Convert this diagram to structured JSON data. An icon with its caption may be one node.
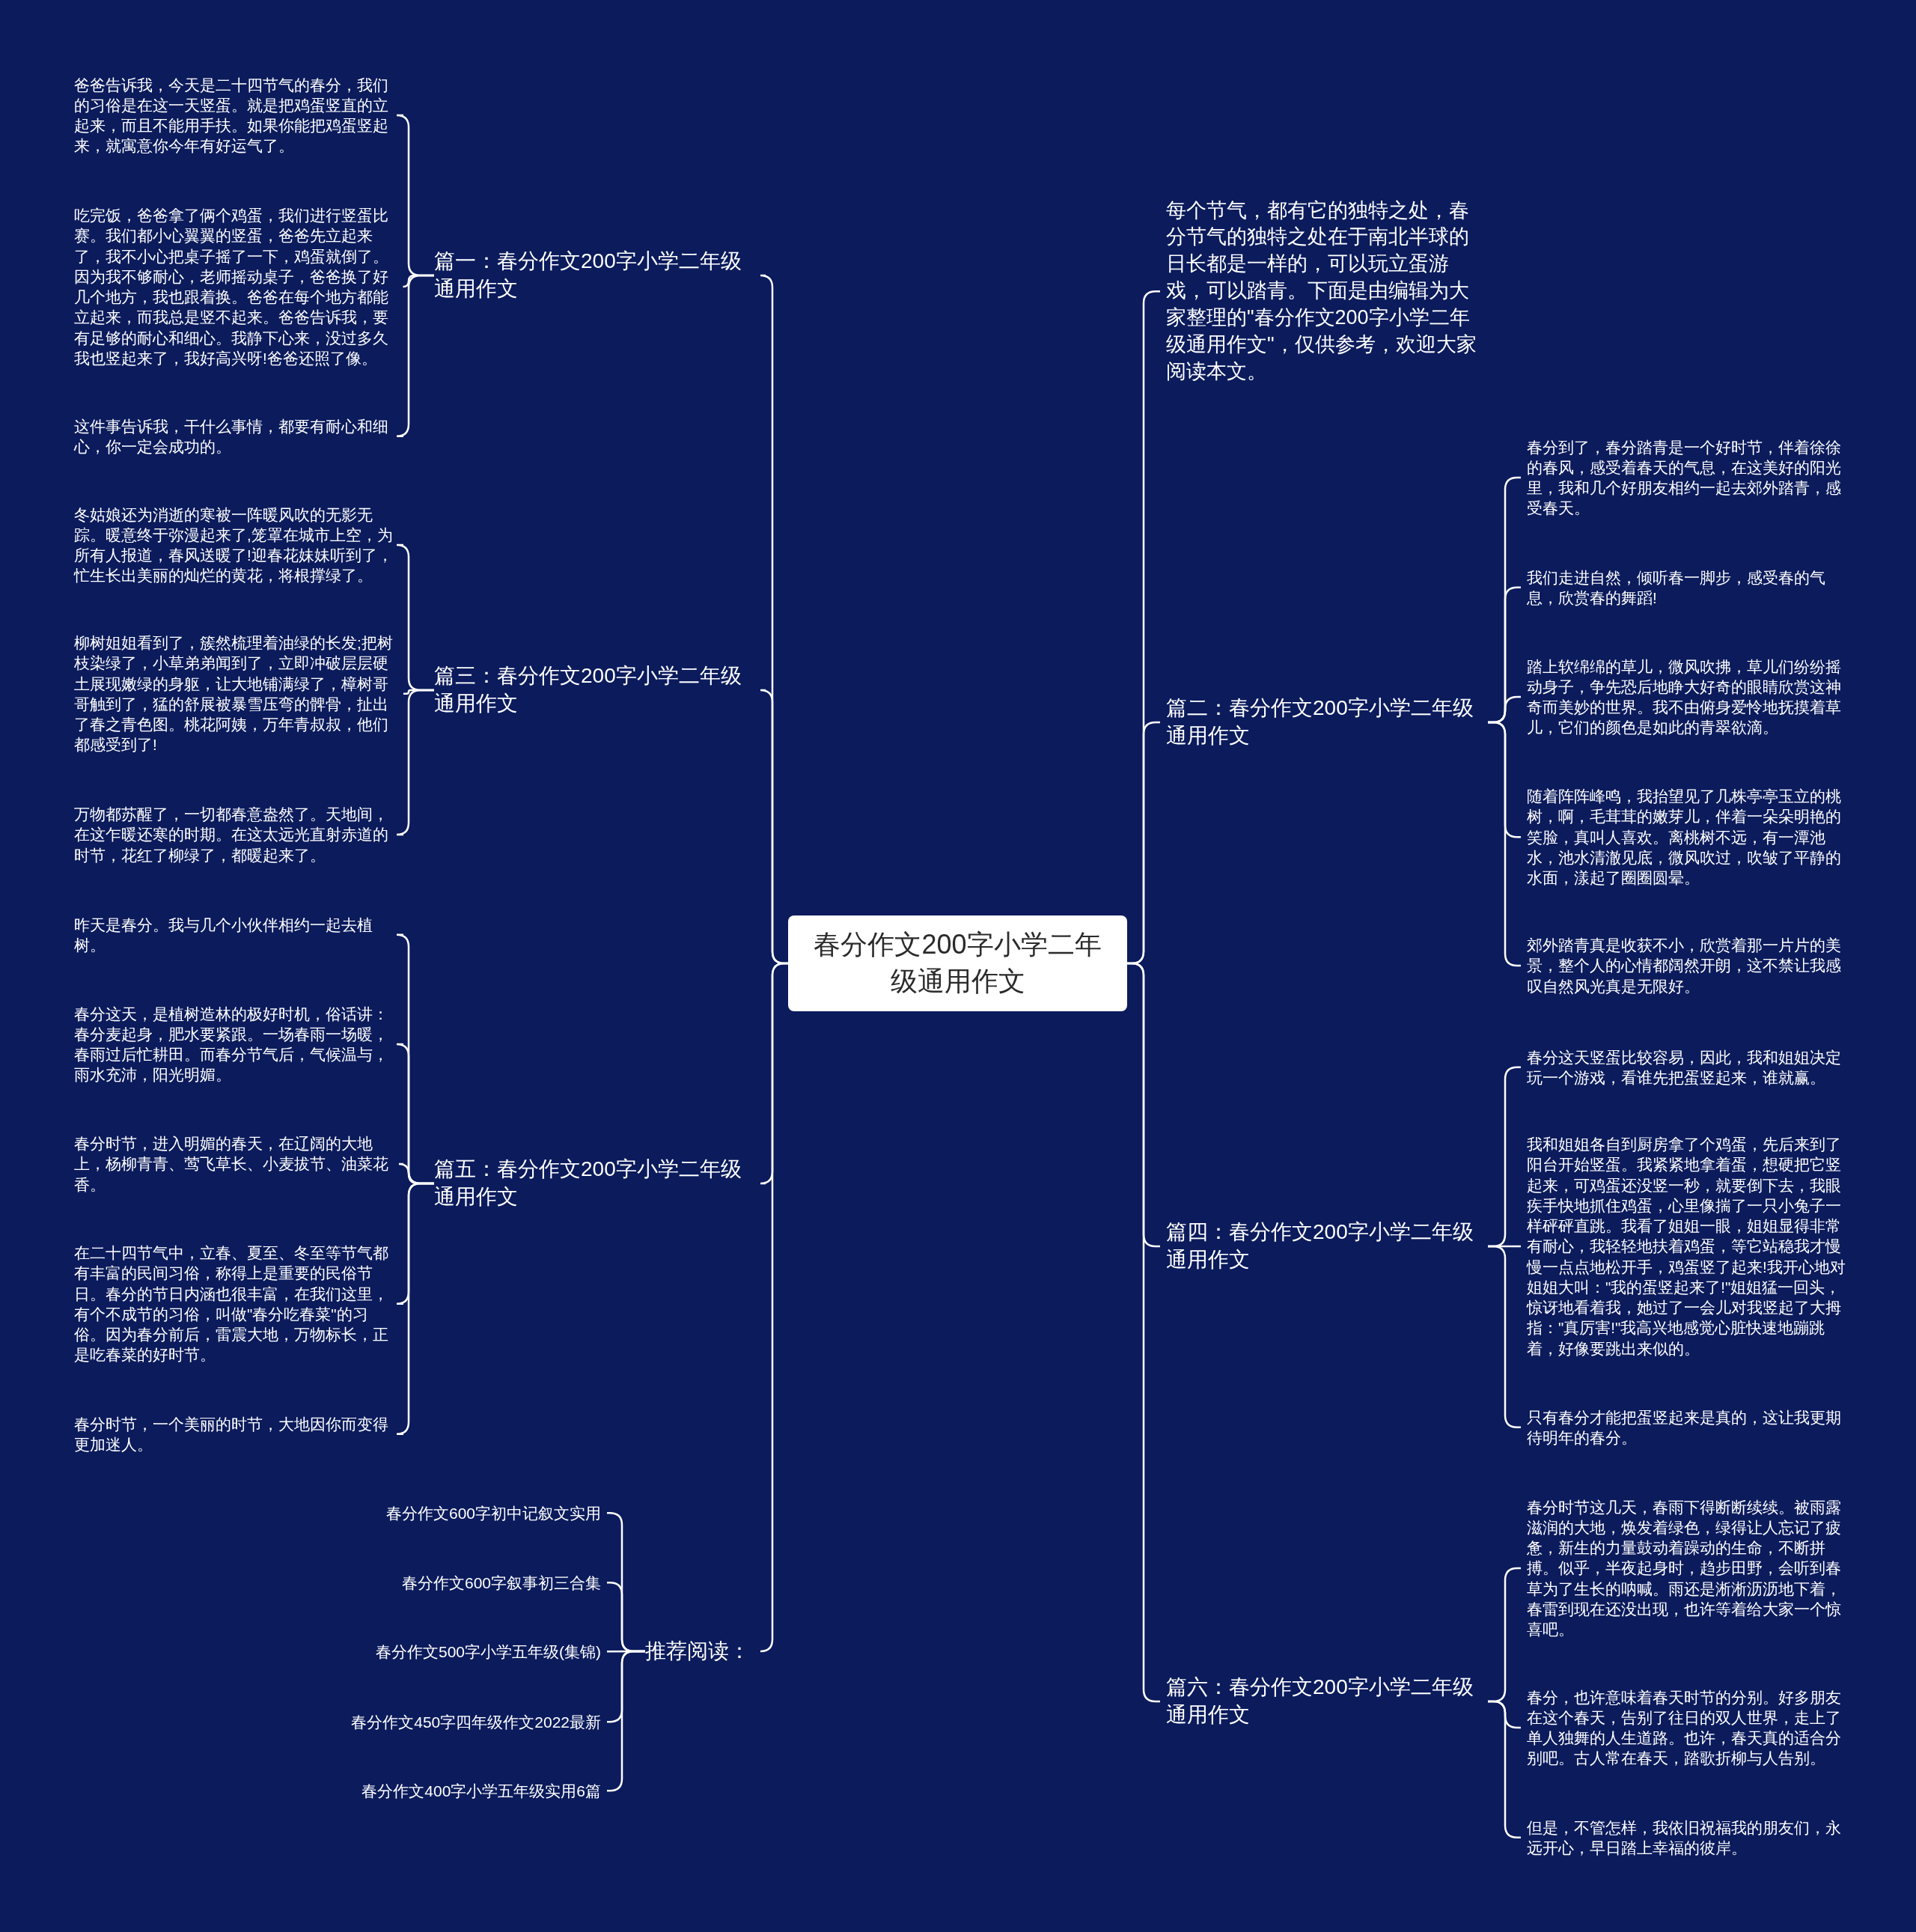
{
  "diagram": {
    "nodes": [
      {
        "text": [
          "春分作文200字小学二年级通用作文"
        ]
      },
      {
        "text": [
          "篇一：春分作文200字小学二年级通用作文"
        ]
      },
      {
        "text": [
          "爸爸告诉我，今天是二十四节气的春分，我们的习俗是在这一天竖蛋。就是把鸡蛋竖直的立起来，而且不能用手扶。如果你能把鸡蛋竖起来，就寓意你今年有好运气了。"
        ]
      },
      {
        "text": [
          "吃完饭，爸爸拿了俩个鸡蛋，我们进行竖蛋比赛。我们都小心翼翼的竖蛋，爸爸先立起来了，我不小心把桌子摇了一下，鸡蛋就倒了。因为我不够耐心，老师摇动桌子，爸爸换了好几个地方，我也跟着换。爸爸在每个地方都能立起来，而我总是竖不起来。爸爸告诉我，要有足够的耐心和细心。我静下心来，没过多久我也竖起来了，我好高兴呀!爸爸还照了像。"
        ]
      },
      {
        "text": [
          "这件事告诉我，干什么事情，都要有耐心和细心，你一定会成功的。"
        ]
      },
      {
        "text": [
          "篇三：春分作文200字小学二年级通用作文"
        ]
      },
      {
        "text": [
          "冬姑娘还为消逝的寒被一阵暖风吹的无影无踪。暖意终于弥漫起来了,笼罩在城市上空，为所有人报道，春风送暖了!迎春花妹妹听到了，忙生长出美丽的灿烂的黄花，将根撑绿了。"
        ]
      },
      {
        "text": [
          "柳树姐姐看到了，簇然梳理着油绿的长发;把树枝染绿了，小草弟弟闻到了，立即冲破层层硬土展现嫩绿的身躯，让大地铺满绿了，樟树哥哥触到了，猛的舒展被暴雪压弯的髀骨，扯出了春之青色图。桃花阿姨，万年青叔叔，他们都感受到了!"
        ]
      },
      {
        "text": [
          "万物都苏醒了，一切都春意盎然了。天地间，在这乍暖还寒的时期。在这太远光直射赤道的时节，花红了柳绿了，都暖起来了。"
        ]
      },
      {
        "text": [
          "篇五：春分作文200字小学二年级通用作文"
        ]
      },
      {
        "text": [
          "昨天是春分。我与几个小伙伴相约一起去植树。"
        ]
      },
      {
        "text": [
          "春分这天，是植树造林的极好时机，俗话讲：春分麦起身，肥水要紧跟。一场春雨一场暖，春雨过后忙耕田。而春分节气后，气候温与，雨水充沛，阳光明媚。"
        ]
      },
      {
        "text": [
          "春分时节，进入明媚的春天，在辽阔的大地上，杨柳青青、莺飞草长、小麦拔节、油菜花香。"
        ]
      },
      {
        "text": [
          "在二十四节气中，立春、夏至、冬至等节气都有丰富的民间习俗，称得上是重要的民俗节日。春分的节日内涵也很丰富，在我们这里，有个不成节的习俗，叫做\"春分吃春菜\"的习俗。因为春分前后，雷震大地，万物标长，正是吃春菜的好时节。"
        ]
      },
      {
        "text": [
          "春分时节，一个美丽的时节，大地因你而变得更加迷人。"
        ]
      },
      {
        "text": [
          "推荐阅读："
        ]
      },
      {
        "text": [
          "春分作文600字初中记叙文实用"
        ]
      },
      {
        "text": [
          "春分作文600字叙事初三合集"
        ]
      },
      {
        "text": [
          "春分作文500字小学五年级(集锦)"
        ]
      },
      {
        "text": [
          "春分作文450字四年级作文2022最新"
        ]
      },
      {
        "text": [
          "春分作文400字小学五年级实用6篇"
        ]
      },
      {
        "text": [
          "每个节气，都有它的独特之处，春分节气的独特之处在于南北半球的日长都是一样的，可以玩立蛋游戏，可以踏青。下面是由编辑为大家整理的\"春分作文200字小学二年级通用作文\"，仅供参考，欢迎大家阅读本文。"
        ]
      },
      {
        "text": [
          "篇二：春分作文200字小学二年级通用作文"
        ]
      },
      {
        "text": [
          "春分到了，春分踏青是一个好时节，伴着徐徐的春风，感受着春天的气息，在这美好的阳光里，我和几个好朋友相约一起去郊外踏青，感受春天。"
        ]
      },
      {
        "text": [
          "我们走进自然，倾听春一脚步，感受春的气息，欣赏春的舞蹈!"
        ]
      },
      {
        "text": [
          "踏上软绵绵的草儿，微风吹拂，草儿们纷纷摇动身子，争先恐后地睁大好奇的眼睛欣赏这神奇而美妙的世界。我不由俯身爱怜地抚摸着草儿，它们的颜色是如此的青翠欲滴。"
        ]
      },
      {
        "text": [
          "随着阵阵峰鸣，我抬望见了几株亭亭玉立的桃树，啊，毛茸茸的嫩芽儿，伴着一朵朵明艳的笑脸，真叫人喜欢。离桃树不远，有一潭池水，池水清澈见底，微风吹过，吹皱了平静的水面，漾起了圈圈圆晕。"
        ]
      },
      {
        "text": [
          "郊外踏青真是收获不小，欣赏着那一片片的美景，整个人的心情都阔然开朗，这不禁让我感叹自然风光真是无限好。"
        ]
      },
      {
        "text": [
          "篇四：春分作文200字小学二年级通用作文"
        ]
      },
      {
        "text": [
          "春分这天竖蛋比较容易，因此，我和姐姐决定玩一个游戏，看谁先把蛋竖起来，谁就赢。"
        ]
      },
      {
        "text": [
          "我和姐姐各自到厨房拿了个鸡蛋，先后来到了阳台开始竖蛋。我紧紧地拿着蛋，想硬把它竖起来，可鸡蛋还没竖一秒，就要倒下去，我眼疾手快地抓住鸡蛋，心里像揣了一只小兔子一样砰砰直跳。我看了姐姐一眼，姐姐显得非常有耐心，我轻轻地扶着鸡蛋，等它站稳我才慢慢一点点地松开手，鸡蛋竖了起来!我开心地对姐姐大叫：\"我的蛋竖起来了!\"姐姐猛一回头，惊讶地看着我，她过了一会儿对我竖起了大拇指：\"真厉害!\"我高兴地感觉心脏快速地蹦跳着，好像要跳出来似的。"
        ]
      },
      {
        "text": [
          "只有春分才能把蛋竖起来是真的，这让我更期待明年的春分。"
        ]
      },
      {
        "text": [
          "篇六：春分作文200字小学二年级通用作文"
        ]
      },
      {
        "text": [
          "春分时节这几天，春雨下得断断续续。被雨露滋润的大地，焕发着绿色，绿得让人忘记了疲惫，新生的力量鼓动着躁动的生命，不断拼搏。似乎，半夜起身时，趋步田野，会听到春草为了生长的呐喊。雨还是淅淅沥沥地下着，春雷到现在还没出现，也许等着给大家一个惊喜吧。"
        ]
      },
      {
        "text": [
          "春分，也许意味着春天时节的分别。好多朋友在这个春天，告别了往日的双人世界，走上了单人独舞的人生道路。也许，春天真的适合分别吧。古人常在春天，踏歌折柳与人告别。"
        ]
      },
      {
        "text": [
          "但是，不管怎样，我依旧祝福我的朋友们，永远开心，早日踏上幸福的彼岸。"
        ]
      }
    ],
    "edges": [
      {
        "from": 0,
        "to": 1,
        "arrow": "none"
      },
      {
        "from": 1,
        "to": 2,
        "arrow": "none"
      },
      {
        "from": 1,
        "to": 3,
        "arrow": "none"
      },
      {
        "from": 1,
        "to": 4,
        "arrow": "none"
      },
      {
        "from": 0,
        "to": 5,
        "arrow": "none"
      },
      {
        "from": 5,
        "to": 6,
        "arrow": "none"
      },
      {
        "from": 5,
        "to": 7,
        "arrow": "none"
      },
      {
        "from": 5,
        "to": 8,
        "arrow": "none"
      },
      {
        "from": 0,
        "to": 9,
        "arrow": "none"
      },
      {
        "from": 9,
        "to": 10,
        "arrow": "none"
      },
      {
        "from": 9,
        "to": 11,
        "arrow": "none"
      },
      {
        "from": 9,
        "to": 12,
        "arrow": "none"
      },
      {
        "from": 9,
        "to": 13,
        "arrow": "none"
      },
      {
        "from": 9,
        "to": 14,
        "arrow": "none"
      },
      {
        "from": 0,
        "to": 15,
        "arrow": "none"
      },
      {
        "from": 15,
        "to": 16,
        "arrow": "none"
      },
      {
        "from": 15,
        "to": 17,
        "arrow": "none"
      },
      {
        "from": 15,
        "to": 18,
        "arrow": "none"
      },
      {
        "from": 15,
        "to": 19,
        "arrow": "none"
      },
      {
        "from": 15,
        "to": 20,
        "arrow": "none"
      },
      {
        "from": 0,
        "to": 21,
        "arrow": "none"
      },
      {
        "from": 0,
        "to": 22,
        "arrow": "none"
      },
      {
        "from": 22,
        "to": 23,
        "arrow": "none"
      },
      {
        "from": 22,
        "to": 24,
        "arrow": "none"
      },
      {
        "from": 22,
        "to": 25,
        "arrow": "none"
      },
      {
        "from": 22,
        "to": 26,
        "arrow": "none"
      },
      {
        "from": 22,
        "to": 27,
        "arrow": "none"
      },
      {
        "from": 0,
        "to": 28,
        "arrow": "none"
      },
      {
        "from": 28,
        "to": 29,
        "arrow": "none"
      },
      {
        "from": 28,
        "to": 30,
        "arrow": "none"
      },
      {
        "from": 28,
        "to": 31,
        "arrow": "none"
      },
      {
        "from": 0,
        "to": 32,
        "arrow": "none"
      },
      {
        "from": 32,
        "to": 33,
        "arrow": "none"
      },
      {
        "from": 32,
        "to": 34,
        "arrow": "none"
      },
      {
        "from": 32,
        "to": 35,
        "arrow": "none"
      }
    ]
  }
}
